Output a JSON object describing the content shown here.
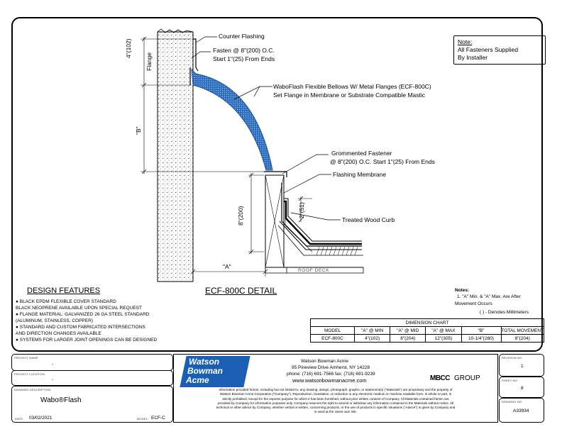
{
  "drawing": {
    "callouts": {
      "counter_flashing": "Counter Flashing",
      "fasten_1": "Fasten @ 8\"(200) O.C.",
      "fasten_2": "Start 1\"(25) From Ends",
      "bellows_1": "WaboFlash Flexible Bellows W/ Metal Flanges (ECF-800C)",
      "bellows_2": "Set Flange in Membrane or Substrate Compatible Mastic",
      "grommet_1": "Grommented Fastener",
      "grommet_2": "@ 8\"(200) O.C. Start 1\"(25) From Ends",
      "membrane": "Flashing Membrane",
      "curb": "Treated Wood Curb",
      "roof_deck": "ROOF DECK"
    },
    "dimensions": {
      "flange_dim": "4\"(102)",
      "flange_label": "Flange",
      "b": "\"B\"",
      "eight": "8\"(200)",
      "two": "2\"(51)",
      "a": "\"A\""
    },
    "note": {
      "title": "Note:",
      "lines": [
        "All Fasteners Supplied",
        "By Installer"
      ]
    },
    "title": "ECF-800C DETAIL"
  },
  "design_features": {
    "heading": "DESIGN FEATURES",
    "lines": [
      "● BLACK EPDM FLEXIBLE COVER STANDARD",
      "  BLACK NEOPRENE AVAILABLE UPON SPECIAL REQUEST",
      "● FLANGE MATERIAL: GALVANIZED 26  GA STEEL STANDARD",
      "  (ALUMINUM, STAINLESS, COPPER)",
      "● STANDARD AND CUSTOM FABRICATED INTERSECTIONS",
      "  AND DIRECTION CHANGES AVAILABLE",
      "● SYSTEMS FOR LARGER JOINT OPENINGS CAN BE DESIGNED"
    ]
  },
  "notes": {
    "title": "Notes:",
    "line1": "1. \"A\" Min. & \"A\" Max. Are After",
    "line2": "Movement Occurs",
    "mm": "( ) - Denotes Millimeters"
  },
  "dimension_chart": {
    "title": "DIMENSION CHART",
    "headers": [
      "MODEL",
      "\"A\" @ MIN",
      "\"A\" @ MID",
      "\"A\" @ MAX",
      "\"B\"",
      "TOTAL MOVEMENT"
    ],
    "rows": [
      [
        "ECF-800C",
        "4\"(102)",
        "8\"(204)",
        "12\"(305)",
        "10-1/4\"(260)",
        "8\"(204)"
      ]
    ]
  },
  "title_block": {
    "project_name_label": "PROJECT NAME",
    "project_name": "-",
    "project_location_label": "PROJECT LOCATION",
    "project_location": "-",
    "drawing_description_label": "DRAWING DESCRIPTION",
    "drawing_description": "Wabo®Flash",
    "date_label": "DATE:",
    "date": "03/02/2021",
    "model_label": "MODEL:",
    "model": "ECF-C",
    "logo": [
      "Watson",
      "Bowman",
      "Acme"
    ],
    "company": {
      "name": "Watson Bowman Acme",
      "address": "95 Pineview Drive Amherst, NY 14228",
      "phone": "phone: (716) 691-7566  fax: (716) 691-9239",
      "web": "www.watsonbowmanacme.com"
    },
    "group": {
      "mbcc": "MBCC",
      "word": "GROUP"
    },
    "disclaimer": [
      "Information provided herein, including but not limited to, any drawing, design, photograph, graphic, or statement(s) (\"Materials\") are proprietary and the property of",
      "Watson Bowman Acme Corporation (\"Company\").  Reproduction, translation, or reduction to any electronic medium or machine readable form, in whole or part, is",
      "strictly prohibited, except for the express purpose for which it has been furnished, without prior written consent of Company.  All Materials contained herein are",
      "provided by Company for information purposes only.  Company reserves the right to amend or withdraw any information contained in the Materials without notice.  All",
      "technical or other advice by Company, whether verbal or written, concerning products, or the use of products in specific situations (\"Advice\") is given by Company and",
      "is used at the Users own risk."
    ],
    "revision_label": "REVISION NO.",
    "revision": "1",
    "sheet_label": "SHEET NO.",
    "sheet": "8",
    "drawing_no_label": "DRAWING NO.",
    "drawing_no": "A33934"
  }
}
